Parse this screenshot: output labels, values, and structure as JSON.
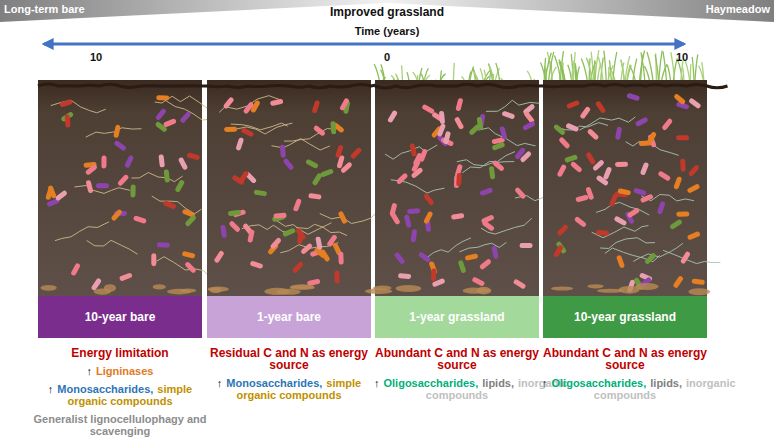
{
  "diagram": {
    "nodes": [
      {
        "text": [
          "10-year bare"
        ]
      },
      {
        "text": [
          "1-year bare"
        ]
      },
      {
        "text": [
          "1-year grassland"
        ]
      },
      {
        "text": [
          "10-year grassland"
        ]
      }
    ],
    "labels": [
      "Long-term bare",
      "Improved grassland",
      "Haymeadow",
      "Time (years)",
      "10",
      "0",
      "10",
      "Energy limitation",
      "↑",
      "Ligninases",
      "↑",
      "Monosaccharides,",
      "simple organic compounds",
      "Generalist lignocellulophagy and scavenging",
      "Residual C and N as energy source",
      "↑",
      "Monosaccharides,",
      "simple organic compounds",
      "Abundant C and N as energy source",
      "↑",
      "Oligosaccharides,",
      "lipids,",
      "inorganic compounds",
      "Abundant C and N as energy source",
      "↑",
      "Oligosaccharides,",
      "lipids,",
      "inorganic compounds"
    ]
  }
}
